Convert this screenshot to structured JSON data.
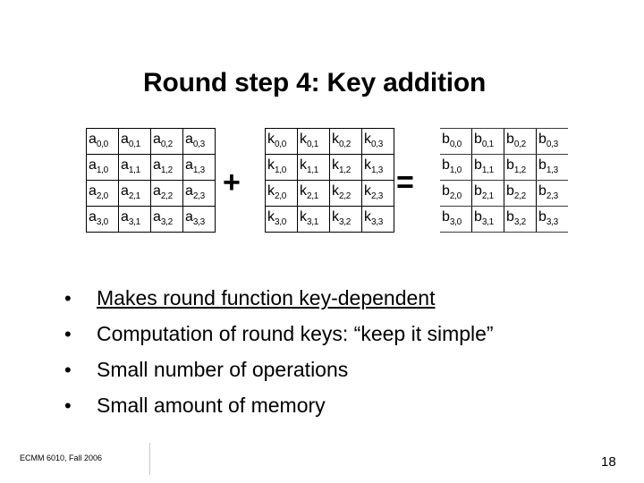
{
  "slide": {
    "title": "Round step 4: Key addition",
    "background_color": "#ffffff",
    "text_color": "#000000"
  },
  "equation": {
    "operators": {
      "plus": "+",
      "equals": "="
    },
    "matrices": [
      {
        "name": "state-matrix-a",
        "symbol": "a",
        "rows": [
          [
            {
              "base": "a",
              "sub": "0,0"
            },
            {
              "base": "a",
              "sub": "0,1"
            },
            {
              "base": "a",
              "sub": "0,2"
            },
            {
              "base": "a",
              "sub": "0,3"
            }
          ],
          [
            {
              "base": "a",
              "sub": "1,0"
            },
            {
              "base": "a",
              "sub": "1,1"
            },
            {
              "base": "a",
              "sub": "1,2"
            },
            {
              "base": "a",
              "sub": "1,3"
            }
          ],
          [
            {
              "base": "a",
              "sub": "2,0"
            },
            {
              "base": "a",
              "sub": "2,1"
            },
            {
              "base": "a",
              "sub": "2,2"
            },
            {
              "base": "a",
              "sub": "2,3"
            }
          ],
          [
            {
              "base": "a",
              "sub": "3,0"
            },
            {
              "base": "a",
              "sub": "3,1"
            },
            {
              "base": "a",
              "sub": "3,2"
            },
            {
              "base": "a",
              "sub": "3,3"
            }
          ]
        ]
      },
      {
        "name": "round-key-matrix-k",
        "symbol": "k",
        "rows": [
          [
            {
              "base": "k",
              "sub": "0,0"
            },
            {
              "base": "k",
              "sub": "0,1"
            },
            {
              "base": "k",
              "sub": "0,2"
            },
            {
              "base": "k",
              "sub": "0,3"
            }
          ],
          [
            {
              "base": "k",
              "sub": "1,0"
            },
            {
              "base": "k",
              "sub": "1,1"
            },
            {
              "base": "k",
              "sub": "1,2"
            },
            {
              "base": "k",
              "sub": "1,3"
            }
          ],
          [
            {
              "base": "k",
              "sub": "2,0"
            },
            {
              "base": "k",
              "sub": "2,1"
            },
            {
              "base": "k",
              "sub": "2,2"
            },
            {
              "base": "k",
              "sub": "2,3"
            }
          ],
          [
            {
              "base": "k",
              "sub": "3,0"
            },
            {
              "base": "k",
              "sub": "3,1"
            },
            {
              "base": "k",
              "sub": "3,2"
            },
            {
              "base": "k",
              "sub": "3,3"
            }
          ]
        ]
      },
      {
        "name": "result-matrix-b",
        "symbol": "b",
        "rows": [
          [
            {
              "base": "b",
              "sub": "0,0"
            },
            {
              "base": "b",
              "sub": "0,1"
            },
            {
              "base": "b",
              "sub": "0,2"
            },
            {
              "base": "b",
              "sub": "0,3"
            }
          ],
          [
            {
              "base": "b",
              "sub": "1,0"
            },
            {
              "base": "b",
              "sub": "1,1"
            },
            {
              "base": "b",
              "sub": "1,2"
            },
            {
              "base": "b",
              "sub": "1,3"
            }
          ],
          [
            {
              "base": "b",
              "sub": "2,0"
            },
            {
              "base": "b",
              "sub": "2,1"
            },
            {
              "base": "b",
              "sub": "2,2"
            },
            {
              "base": "b",
              "sub": "2,3"
            }
          ],
          [
            {
              "base": "b",
              "sub": "3,0"
            },
            {
              "base": "b",
              "sub": "3,1"
            },
            {
              "base": "b",
              "sub": "3,2"
            },
            {
              "base": "b",
              "sub": "3,3"
            }
          ]
        ]
      }
    ]
  },
  "bullets": {
    "marker": "•",
    "items": [
      {
        "text": "Makes round function key-dependent",
        "underlined": true
      },
      {
        "text": "Computation of round keys: “keep it simple”",
        "underlined": false
      },
      {
        "text": "Small number of operations",
        "underlined": false
      },
      {
        "text": "Small amount of memory",
        "underlined": false
      }
    ]
  },
  "footer": {
    "course": "ECMM 6010, Fall 2006",
    "page_number": "18"
  }
}
